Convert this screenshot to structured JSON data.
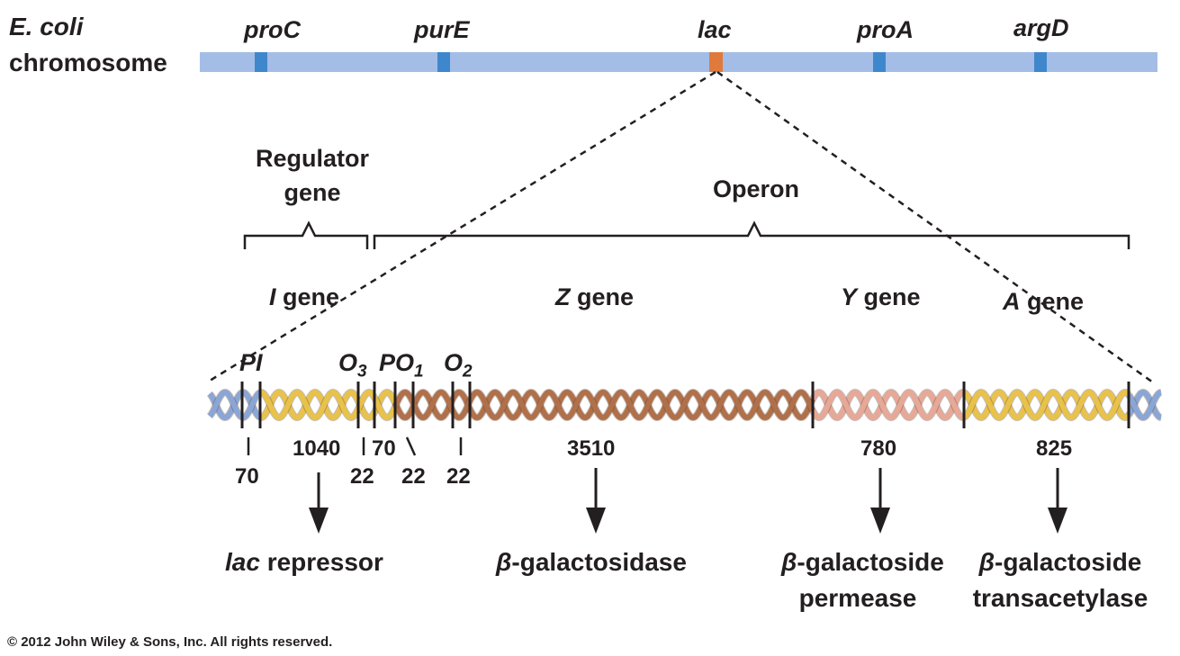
{
  "chromosome": {
    "title_line1": "E. coli",
    "title_line2": "chromosome",
    "genes": [
      "proC",
      "purE",
      "lac",
      "proA",
      "argD"
    ],
    "bar_color": "#a3bde6",
    "marker_color": "#3f87cc",
    "lac_color": "#e07a3c"
  },
  "brackets": {
    "regulator_line1": "Regulator",
    "regulator_line2": "gene",
    "operon": "Operon"
  },
  "gene_labels": [
    {
      "italic": "I",
      "rest": " gene"
    },
    {
      "italic": "Z",
      "rest": " gene"
    },
    {
      "italic": "Y",
      "rest": " gene"
    },
    {
      "italic": "A",
      "rest": " gene"
    }
  ],
  "sites": {
    "PI": "PI",
    "O3": "O",
    "O3_sub": "3",
    "PO1": "PO",
    "PO1_sub": "1",
    "O2": "O",
    "O2_sub": "2"
  },
  "lengths": {
    "pi": "70",
    "i_gene": "1040",
    "o3": "22",
    "p": "70",
    "o1": "22",
    "o2": "22",
    "z_gene": "3510",
    "y_gene": "780",
    "a_gene": "825"
  },
  "products": {
    "i_italic": "lac",
    "i_rest": " repressor",
    "z": "-galactosidase",
    "y_line1": "-galactoside",
    "y_line2": "permease",
    "a_line1": "-galactoside",
    "a_line2": "transacetylase",
    "beta": "β"
  },
  "helix_colors": {
    "blue": "#8aa6d6",
    "yellow": "#e8c24a",
    "brown": "#b0704a",
    "pink": "#e7a897"
  },
  "copyright": "© 2012 John Wiley & Sons, Inc. All rights reserved."
}
